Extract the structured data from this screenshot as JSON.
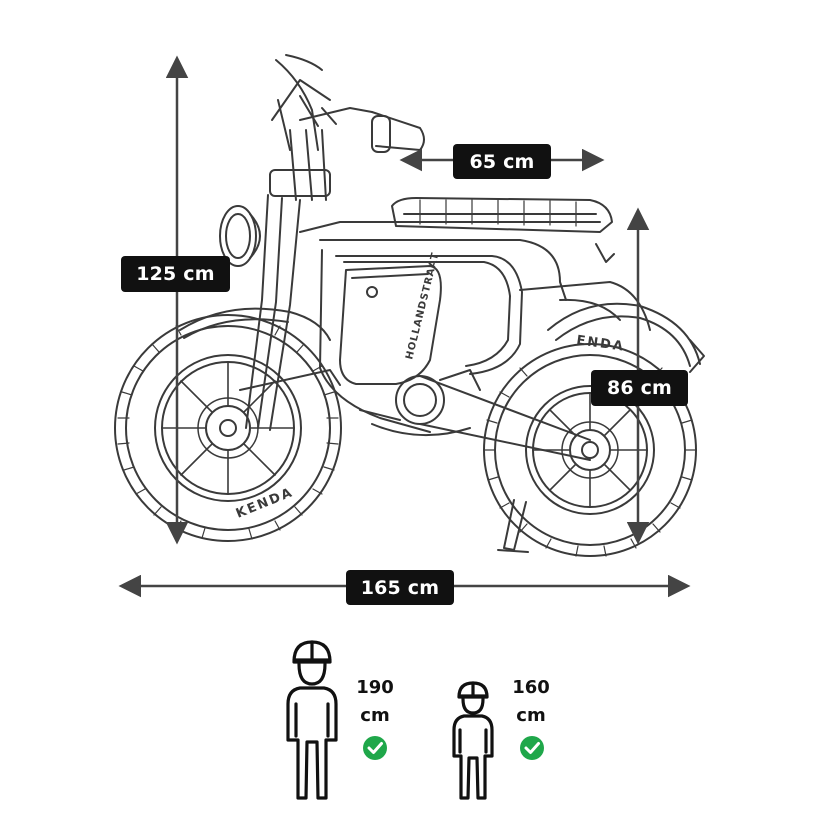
{
  "dimensions": {
    "total_height": "125 cm",
    "handlebar_width": "65 cm",
    "seat_height": "86 cm",
    "total_length": "165 cm"
  },
  "riders": [
    {
      "height_value": "190",
      "height_unit": "cm",
      "fits": true,
      "icon": "rider-icon"
    },
    {
      "height_value": "160",
      "height_unit": "cm",
      "fits": true,
      "icon": "rider-icon"
    }
  ],
  "bike": {
    "brand_text": "HOLLANDSTRAAT",
    "front_tire_text": "KENDA",
    "rear_tire_text": "ENDA"
  },
  "colors": {
    "label_background": "#111111",
    "label_text": "#ffffff",
    "line_art": "#3a3a3a",
    "arrow": "#444444",
    "check": "#1fa74a"
  }
}
